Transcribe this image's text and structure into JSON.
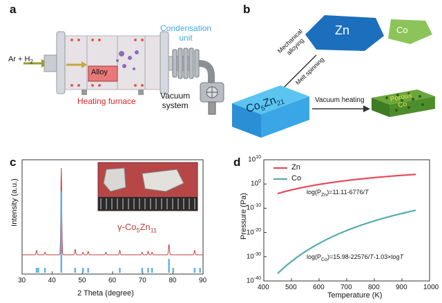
{
  "panel_a": {
    "label": "a",
    "gas": "Ar + H",
    "gas_sub": "2",
    "alloy": "Alloy",
    "heating_furnace": "Heating furnace",
    "condensation_unit_1": "Condensation",
    "condensation_unit_2": "unit",
    "vacuum_system_1": "Vacuum",
    "vacuum_system_2": "system"
  },
  "panel_b": {
    "label": "b",
    "zn": "Zn",
    "co": "Co",
    "arrow_text_1": "Mechanical",
    "arrow_text_2": "alloying",
    "arrow_text_3": "Melt spinning",
    "compound_base": "Co",
    "compound_sub1": "5",
    "compound_mid": "Zn",
    "compound_sub2": "21",
    "vacuum_heating": "Vacuum heating",
    "porous_1": "Porous",
    "porous_2": "Co"
  },
  "panel_c": {
    "label": "c",
    "ylabel": "Intensity (a.u.)",
    "xlabel": "2 Theta (degree)",
    "phase_label_pre": "γ-Co",
    "phase_sub1": "5",
    "phase_mid": "Zn",
    "phase_sub2": "11",
    "xticks": [
      "30",
      "40",
      "50",
      "60",
      "70",
      "80",
      "90"
    ]
  },
  "panel_d": {
    "label": "d",
    "ylabel": "Pressure (Pa)",
    "xlabel": "Temperature (K)",
    "legend_zn": "Zn",
    "legend_co": "Co",
    "eq_zn_pre": "log(P",
    "eq_zn_sub": "Zn",
    "eq_zn_post": ")=11.11-6776/",
    "eq_zn_T": "T",
    "eq_co_pre": "log(P",
    "eq_co_sub": "Co",
    "eq_co_post1": ")=15.98-22576/",
    "eq_co_T1": "T",
    "eq_co_post2": "-1.03×log",
    "eq_co_T2": "T",
    "xticks": [
      "400",
      "500",
      "600",
      "700",
      "800",
      "900",
      "1000"
    ],
    "ytick_base": "10",
    "ytick_exps": [
      "10",
      "0",
      "-10",
      "-20",
      "-30",
      "-40"
    ]
  },
  "chart_data": [
    {
      "type": "line",
      "title": "",
      "xlabel": "2 Theta (degree)",
      "ylabel": "Intensity (a.u.)",
      "xlim": [
        30,
        90
      ],
      "series": [
        {
          "name": "",
          "peaks_x": [
            34.8,
            37.6,
            43.0,
            47.6,
            50.2,
            51.9,
            57.8,
            62.4,
            69.8,
            71.8,
            73.1,
            78.7,
            87.2
          ],
          "peaks_rel_intensity": [
            0.05,
            0.03,
            1.0,
            0.06,
            0.03,
            0.04,
            0.03,
            0.05,
            0.03,
            0.04,
            0.03,
            0.12,
            0.05
          ]
        }
      ],
      "reference_sticks_x": [
        34.8,
        35.4,
        37.6,
        43.0,
        47.6,
        50.2,
        51.9,
        62.4,
        69.8,
        71.8,
        73.1,
        78.7,
        80.1,
        87.2,
        89.0
      ]
    },
    {
      "type": "line",
      "title": "",
      "xlabel": "Temperature (K)",
      "ylabel": "Pressure (Pa)",
      "xlim": [
        400,
        1000
      ],
      "ylim_log10": [
        -40,
        10
      ],
      "series": [
        {
          "name": "Zn",
          "x": [
            450,
            550,
            650,
            750,
            850,
            950
          ],
          "log10_y": [
            -3.95,
            -1.21,
            0.69,
            2.08,
            3.14,
            3.98
          ]
        },
        {
          "name": "Co",
          "x": [
            450,
            550,
            650,
            750,
            850,
            950
          ],
          "log10_y": [
            -37.0,
            -28.9,
            -22.8,
            -17.1,
            -13.6,
            -10.8
          ]
        }
      ]
    }
  ]
}
